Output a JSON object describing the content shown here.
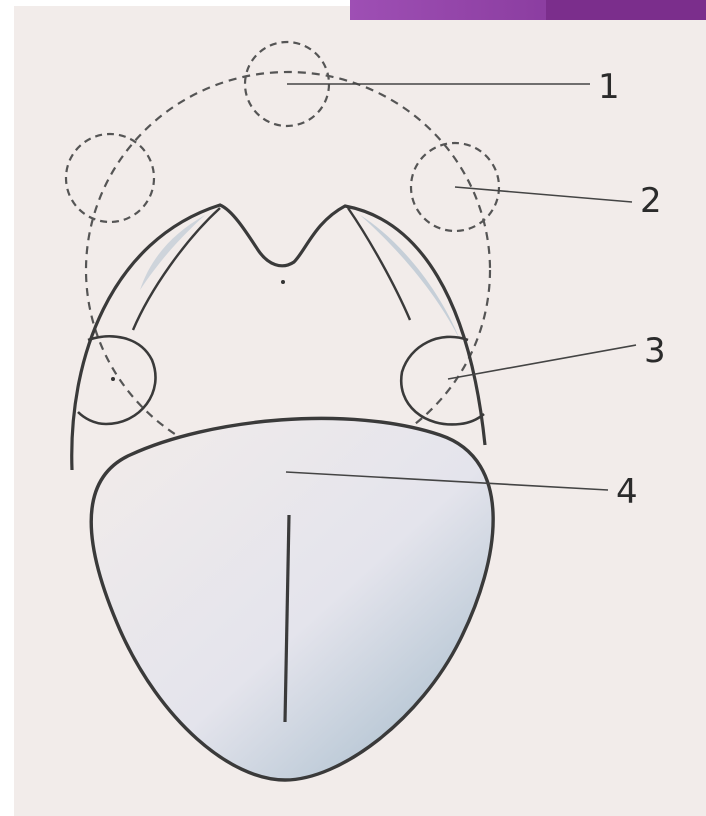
{
  "labels": [
    "1",
    "2",
    "3",
    "4"
  ],
  "colors": {
    "paper": "#f2ecea",
    "ink": "#3a3a3a",
    "dashed": "#555555",
    "accent_bar": "#8a3c9f",
    "shade": "#a9bccc"
  }
}
